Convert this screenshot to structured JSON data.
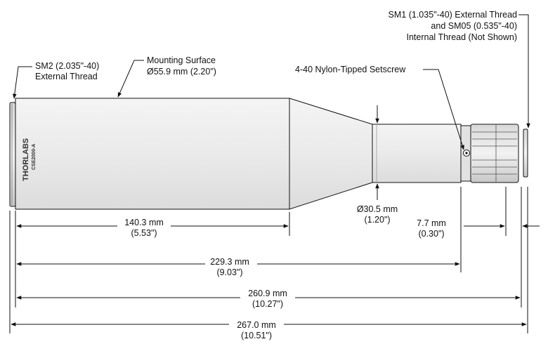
{
  "labels": {
    "sm2_thread": [
      "SM2 (2.035\"-40)",
      "External Thread"
    ],
    "mounting_surface": [
      "Mounting Surface",
      "Ø55.9 mm (2.20\")"
    ],
    "setscrew": [
      "4-40 Nylon-Tipped Setscrew"
    ],
    "sm1_thread": [
      "SM1 (1.035\"-40) External Thread",
      "and SM05 (0.535\"-40)",
      "Internal Thread (Not Shown)"
    ],
    "diameter_small": [
      "Ø30.5 mm",
      "(1.20\")"
    ]
  },
  "dimensions": {
    "d1": [
      "140.3 mm",
      "(5.53\")"
    ],
    "d2": [
      "7.7 mm",
      "(0.30\")"
    ],
    "d3": [
      "229.3 mm",
      "(9.03\")"
    ],
    "d4": [
      "260.9 mm",
      "(10.27\")"
    ],
    "d5": [
      "267.0 mm",
      "(10.51\")"
    ]
  },
  "branding": {
    "maker": "THORLABS",
    "part": "CSE2000-A"
  },
  "colors": {
    "body_fill": "#ececec",
    "outline": "#111111"
  }
}
